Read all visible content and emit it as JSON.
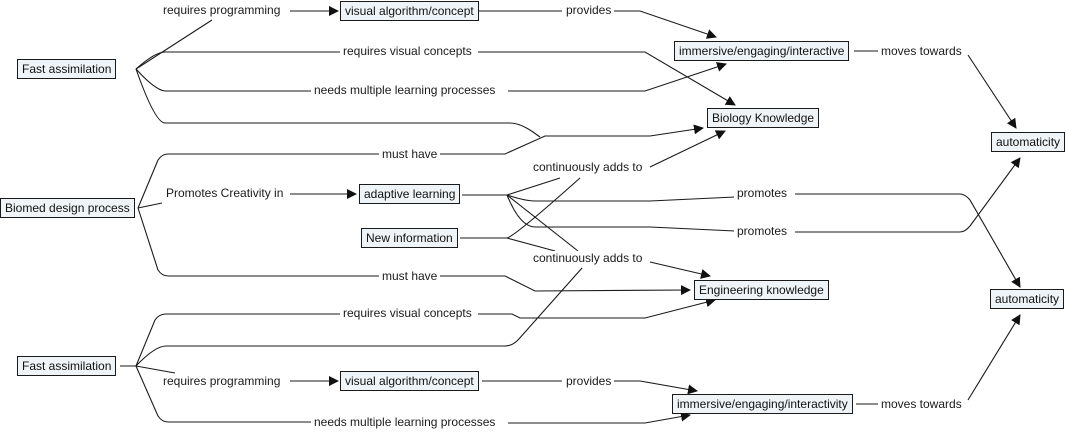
{
  "diagram": {
    "type": "concept-map",
    "colors": {
      "node_fill": "#eef4f7",
      "node_border": "#1a1a1a",
      "line": "#1a1a1a",
      "background": "#ffffff"
    },
    "nodes": {
      "fast1": "Fast assimilation",
      "visual1": "visual algorithm/concept",
      "immersive1": "immersive/engaging/interactive",
      "biology": "Biology Knowledge",
      "auto1": "automaticity",
      "biomed": "Biomed design process",
      "adaptive": "adaptive learning",
      "newinfo": "New information",
      "engineering": "Engineering knowledge",
      "auto2": "automaticity",
      "fast2": "Fast assimilation",
      "visual2": "visual algorithm/concept",
      "immersive2": "immersive/engaging/interactivity"
    },
    "links": {
      "req_prog1": "requires programming",
      "provides1": "provides",
      "req_vis1": "requires visual concepts",
      "needs1": "needs multiple learning processes",
      "moves1": "moves towards",
      "must1": "must have",
      "cont1": "continuously adds to",
      "promotes_creativity": "Promotes Creativity in",
      "promotes1": "promotes",
      "promotes2": "promotes",
      "cont2": "continuously adds to",
      "must2": "must have",
      "req_vis2": "requires visual concepts",
      "req_prog2": "requires programming",
      "provides2": "provides",
      "needs2": "needs multiple learning processes",
      "moves2": "moves towards"
    }
  }
}
